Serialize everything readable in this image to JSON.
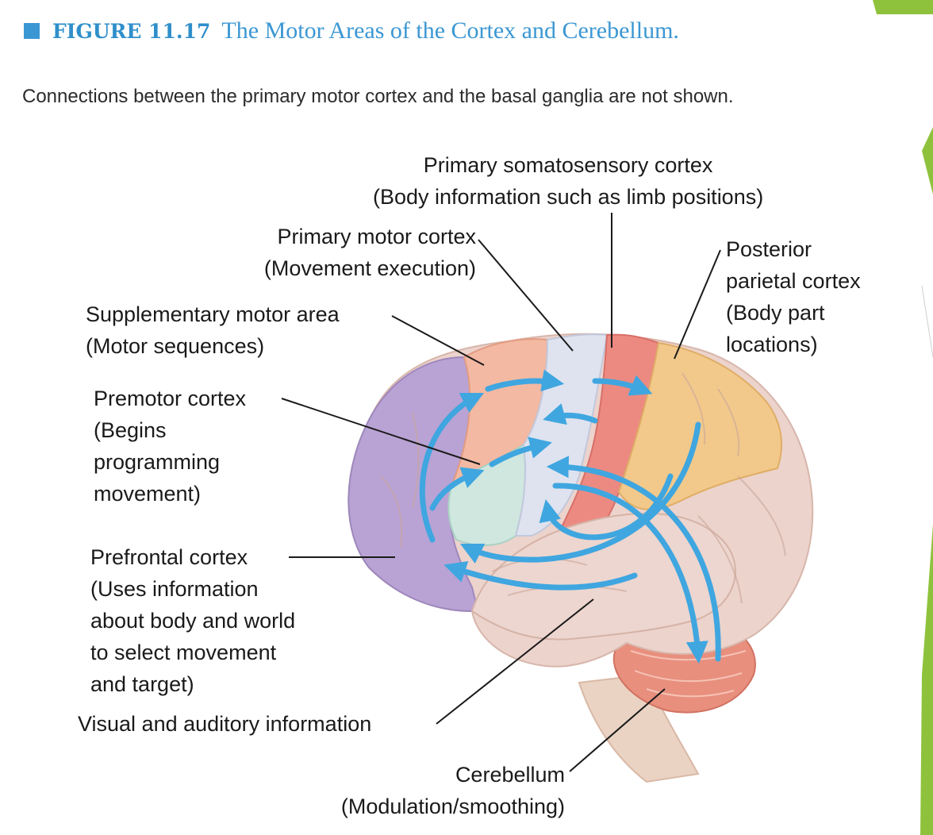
{
  "figure": {
    "number": "FIGURE 11.17",
    "title": "The Motor Areas of the Cortex and Cerebellum.",
    "caption": "Connections between the primary motor cortex and the basal ganglia are not shown."
  },
  "labels": {
    "somatosensory": {
      "name": "Primary somatosensory cortex",
      "desc": "(Body information such as limb positions)"
    },
    "primary_motor": {
      "name": "Primary motor cortex",
      "desc": "(Movement execution)"
    },
    "posterior_parietal": {
      "line1": "Posterior",
      "line2": "parietal cortex",
      "line3": "(Body part",
      "line4": "locations)"
    },
    "supplementary": {
      "name": "Supplementary motor area",
      "desc": "(Motor sequences)"
    },
    "premotor": {
      "line1": "Premotor cortex",
      "line2": "(Begins",
      "line3": "programming",
      "line4": "movement)"
    },
    "prefrontal": {
      "line1": "Prefrontal cortex",
      "line2": "(Uses information",
      "line3": "about body and world",
      "line4": "to select movement",
      "line5": "and target)"
    },
    "visual_auditory": {
      "name": "Visual and auditory information"
    },
    "cerebellum": {
      "name": "Cerebellum",
      "desc": "(Modulation/smoothing)"
    }
  },
  "colors": {
    "accent_blue": "#3b97d3",
    "arrow_blue": "#3fa6e0",
    "prefrontal": "#b9a3d4",
    "supplementary": "#f3b9a2",
    "premotor": "#cfe7df",
    "primary_motor": "#dfe3ef",
    "somatosensory": "#ec8a82",
    "posterior_parietal": "#f2c98b",
    "temporal_occipital": "#ecd3cc",
    "cerebellum": "#e88f7e",
    "brainstem": "#ead3c3",
    "slide_green": "#8fc23c"
  }
}
